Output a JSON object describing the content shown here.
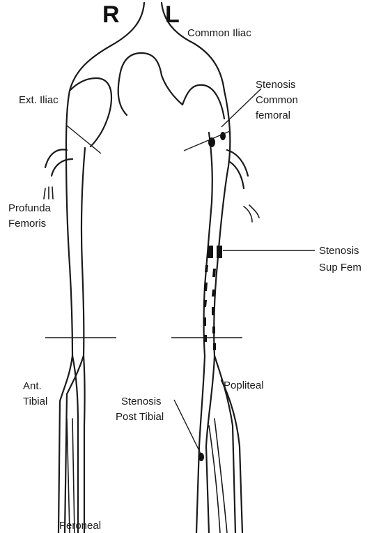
{
  "side_markers": {
    "right": "R",
    "left": "L"
  },
  "labels": {
    "common_iliac": "Common Iliac",
    "ext_iliac": "Ext. Iliac",
    "profunda_line1": "Profunda",
    "profunda_line2": "Femoris",
    "stenosis_cf_line1": "Stenosis",
    "stenosis_cf_line2": "Common",
    "stenosis_cf_line3": "femoral",
    "stenosis_sf_line1": "Stenosis",
    "stenosis_sf_line2": "Sup Fem",
    "ant_tibial_line1": "Ant.",
    "ant_tibial_line2": "Tibial",
    "stenosis_pt_line1": "Stenosis",
    "stenosis_pt_line2": "Post Tibial",
    "popliteal": "Popliteal",
    "peroneal": "Peroneal"
  },
  "colors": {
    "ink": "#1a1a1a",
    "background": "#ffffff"
  }
}
